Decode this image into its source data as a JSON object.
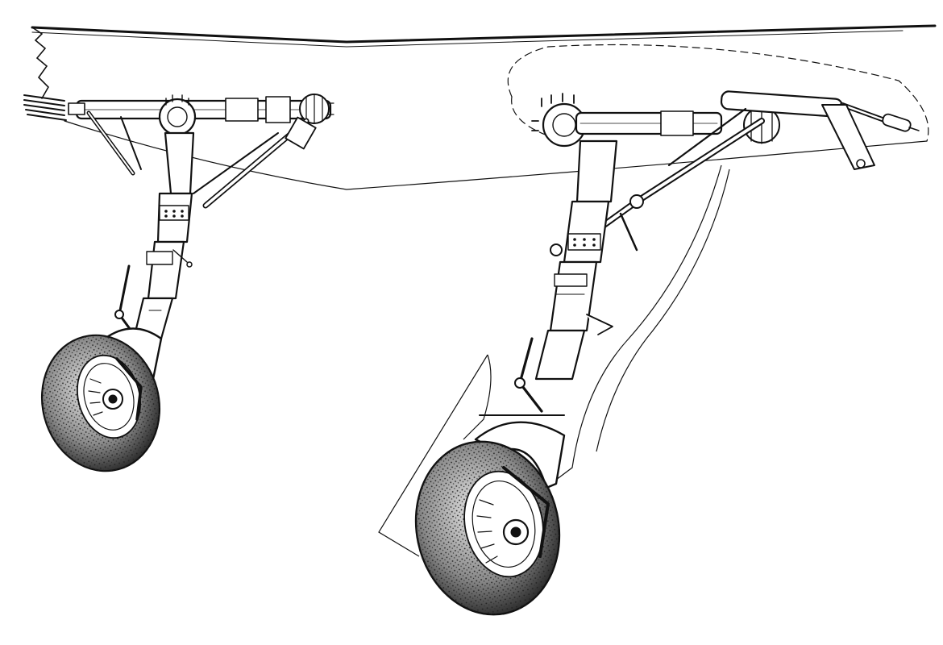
{
  "figure": {
    "ink_color": "#111111",
    "paper_color": "#ffffff",
    "tyre_shade_color": "#3a3a3a",
    "components": [
      "wing-outline",
      "gear-door-fairing",
      "left-main-landing-gear",
      "right-main-landing-gear"
    ]
  }
}
